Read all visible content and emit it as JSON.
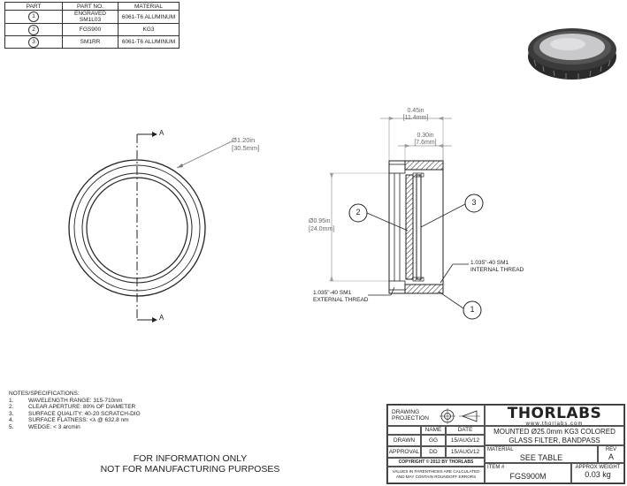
{
  "parts_table": {
    "headers": [
      "PART",
      "PART NO.",
      "MATERIAL"
    ],
    "rows": [
      {
        "part": "1",
        "part_no": "ENGRAVED SM1L03",
        "material": "6061-T6 ALUMINUM"
      },
      {
        "part": "2",
        "part_no": "FGS900",
        "material": "KG3"
      },
      {
        "part": "3",
        "part_no": "SM1RR",
        "material": "6061-T6 ALUMINUM"
      }
    ]
  },
  "front_view": {
    "section_label_top": "A",
    "section_label_bottom": "A",
    "diameter_dim": "Ø1.20in",
    "diameter_dim_mm": "[30.5mm]"
  },
  "section_view": {
    "width_dim": "0.45in",
    "width_dim_mm": "[11.4mm]",
    "inner_width_dim": "0.30in",
    "inner_width_dim_mm": "[7.6mm]",
    "height_dim": "Ø0.95in",
    "height_dim_mm": "[24.0mm]",
    "callout_2": "2",
    "callout_3": "3",
    "callout_1": "1",
    "internal_thread": "1.035\"-40 SM1",
    "internal_thread_label": "INTERNAL THREAD",
    "external_thread": "1.035\"-40 SM1",
    "external_thread_label": "EXTERNAL THREAD"
  },
  "notes": {
    "title": "NOTES/SPECIFICATIONS:",
    "items": [
      {
        "num": "1.",
        "text": "WAVELENGTH RANGE: 315-710nm"
      },
      {
        "num": "2.",
        "text": "CLEAR APERTURE: 80% OF DIAMETER"
      },
      {
        "num": "3.",
        "text": "SURFACE QUALITY: 40-20 SCRATCH-DIG"
      },
      {
        "num": "4.",
        "text": "SURFACE FLATNESS: <λ @ 632.8 nm"
      },
      {
        "num": "5.",
        "text": "WEDGE: < 3 arcmin"
      }
    ]
  },
  "disclaimer": {
    "line1": "FOR INFORMATION ONLY",
    "line2": "NOT FOR MANUFACTURING PURPOSES"
  },
  "title_block": {
    "projection_label_1": "DRAWING",
    "projection_label_2": "PROJECTION",
    "logo": "THORLABS",
    "website": "www.thorlabs.com",
    "name_header": "NAME",
    "date_header": "DATE",
    "drawn_label": "DRAWN",
    "drawn_name": "GG",
    "drawn_date": "15/AUG/12",
    "approval_label": "APPROVAL",
    "approval_name": "DD",
    "approval_date": "15/AUG/12",
    "copyright": "COPYRIGHT © 2012 BY THORLABS",
    "tolerance_note_1": "VALUES IN PARENTHESIS ARE CALCULATED",
    "tolerance_note_2": "AND MAY CONTAIN ROUNDOFF ERRORS",
    "description_1": "MOUNTED Ø25.0mm KG3 COLORED",
    "description_2": "GLASS FILTER, BANDPASS",
    "material_label": "MATERIAL",
    "material_value": "SEE TABLE",
    "item_label": "ITEM #",
    "item_value": "FGS900M",
    "weight_label": "APPROX WEIGHT",
    "weight_value": "0.03 kg",
    "rev_label": "REV",
    "rev_value": "A"
  }
}
